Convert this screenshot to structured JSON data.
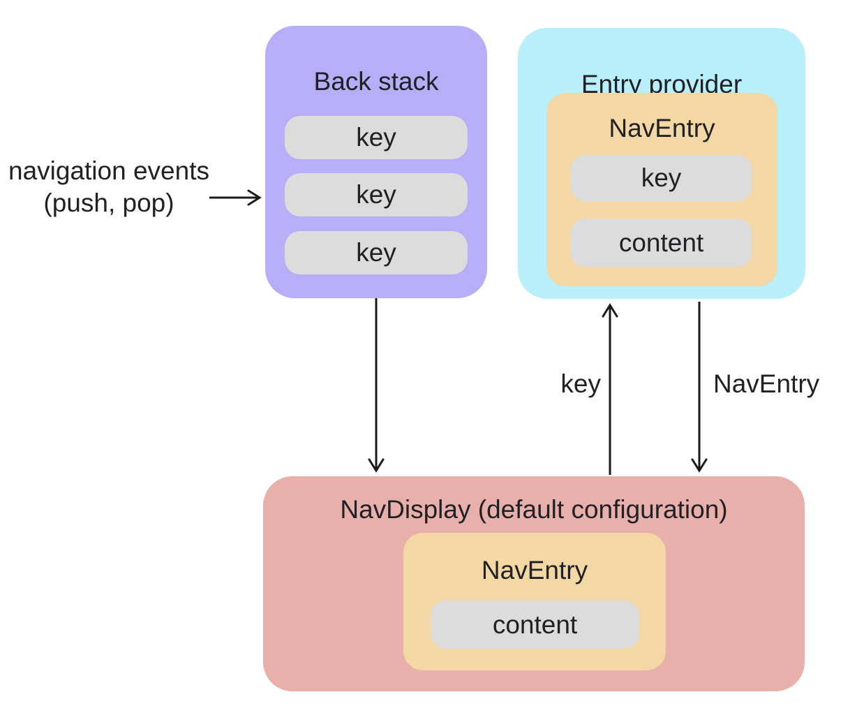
{
  "diagram": {
    "back_stack": {
      "title": "Back stack",
      "keys": [
        "key",
        "key",
        "key"
      ]
    },
    "entry_provider": {
      "title": "Entry provider",
      "nav_entry": {
        "title": "NavEntry",
        "key_label": "key",
        "content_label": "content"
      }
    },
    "nav_display": {
      "title": "NavDisplay (default configuration)",
      "nav_entry": {
        "title": "NavEntry",
        "content_label": "content"
      }
    },
    "annotations": {
      "navigation_events_line1": "navigation events",
      "navigation_events_line2": "(push, pop)",
      "key_arrow_label": "key",
      "nav_entry_arrow_label": "NavEntry"
    },
    "colors": {
      "back_stack_fill": "#b8aef8",
      "entry_provider_fill": "#b8effb",
      "nav_entry_fill": "#f3d7a4",
      "nav_display_fill": "#e9b0ab",
      "pill_fill": "#dcdcdc",
      "text": "#202124",
      "arrow": "#1a1a1a"
    }
  }
}
